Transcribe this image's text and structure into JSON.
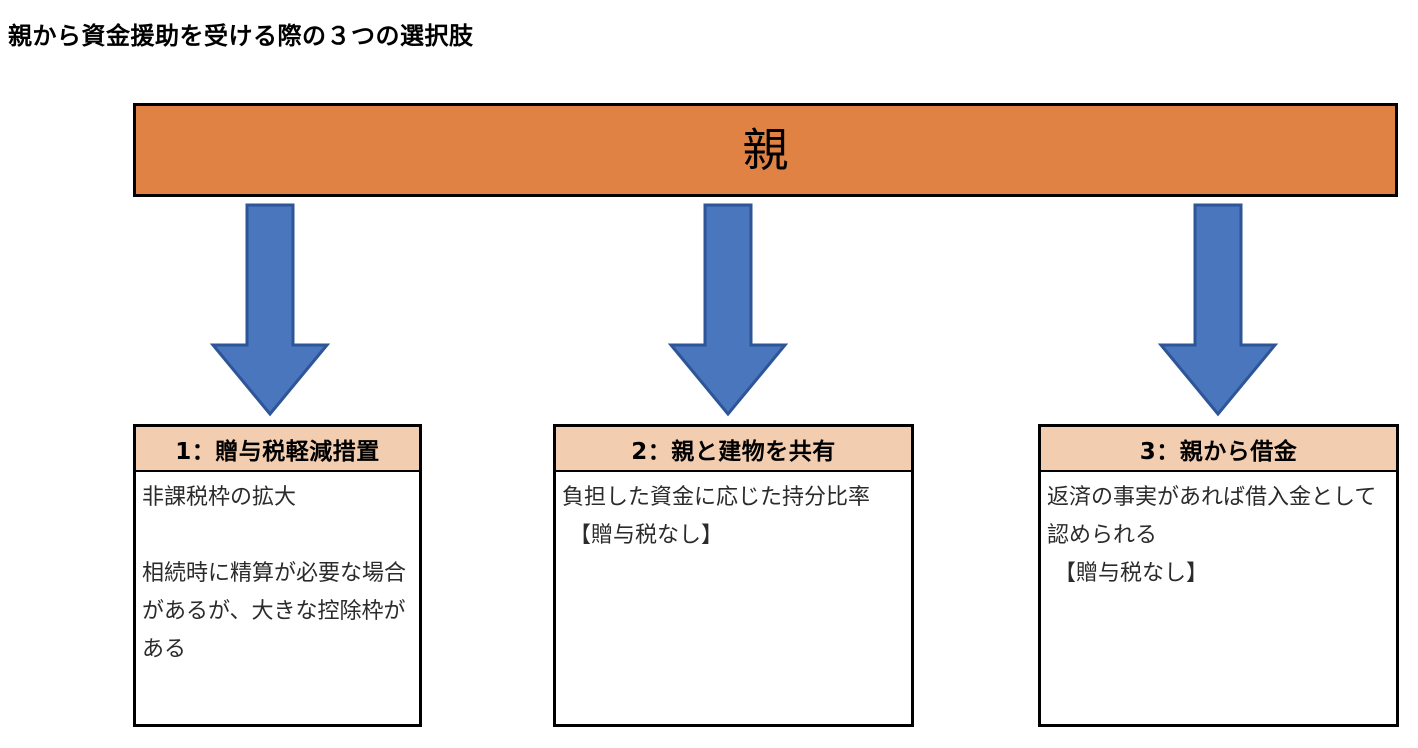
{
  "title": "親から資金援助を受ける際の３つの選択肢",
  "parent_bar": {
    "label": "親",
    "fill_color": "#df8244",
    "border_color": "#000000"
  },
  "arrows": [
    {
      "name": "arrow-to-option-1",
      "direction": "down",
      "fill_color": "#4a76be",
      "stroke_color": "#2e5597"
    },
    {
      "name": "arrow-to-option-2",
      "direction": "down",
      "fill_color": "#4a76be",
      "stroke_color": "#2e5597"
    },
    {
      "name": "arrow-to-option-3",
      "direction": "down",
      "fill_color": "#4a76be",
      "stroke_color": "#2e5597"
    }
  ],
  "options": [
    {
      "header": "1：贈与税軽減措置",
      "body": "非課税枠の拡大\n\n相続時に精算が必要な場合があるが、大きな控除枠がある",
      "header_color": "#f3cdaf"
    },
    {
      "header": "2：親と建物を共有",
      "body": "負担した資金に応じた持分比率\n 【贈与税なし】",
      "header_color": "#f3cdaf"
    },
    {
      "header": "3：親から借金",
      "body": "返済の事実があれば借入金として認められる\n 【贈与税なし】",
      "header_color": "#f3cdaf"
    }
  ]
}
